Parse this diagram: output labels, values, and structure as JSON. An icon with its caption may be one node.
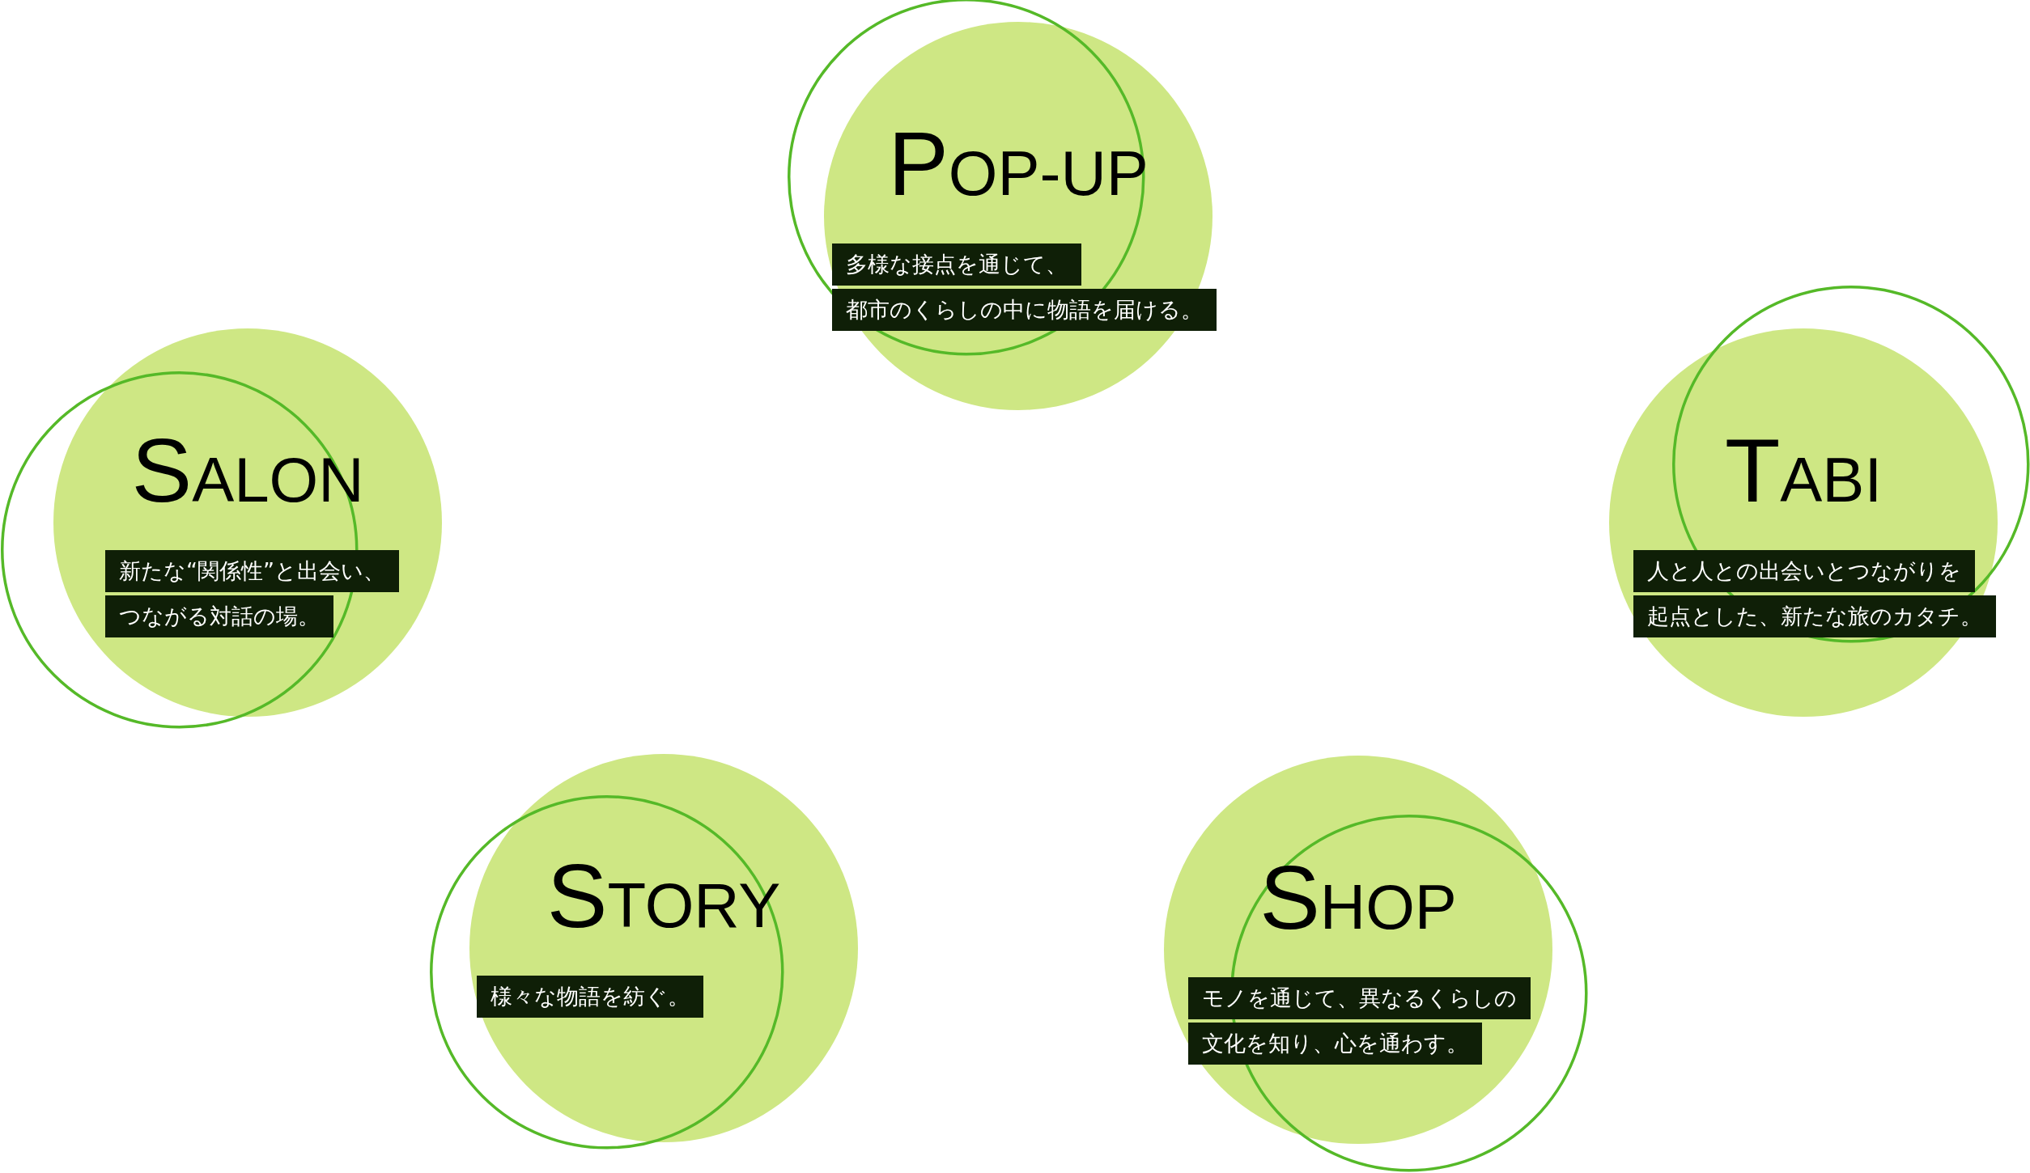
{
  "diagram": {
    "nodes": [
      {
        "text": [
          "POP-UP",
          "多様な接点を通じて、都市のくらしの中に物語を届ける。"
        ]
      },
      {
        "text": [
          "SALON",
          "新たな“関係性”と出会い、つながる対話の場。"
        ]
      },
      {
        "text": [
          "TABI",
          "人と人との出会いとつながりを起点とした、新たな旅のカタチ。"
        ]
      },
      {
        "text": [
          "STORY",
          "様々な物語を紡ぐ。"
        ]
      },
      {
        "text": [
          "SHOP",
          "モノを通じて、異なるくらしの文化を知り、心を通わす。"
        ]
      }
    ]
  }
}
